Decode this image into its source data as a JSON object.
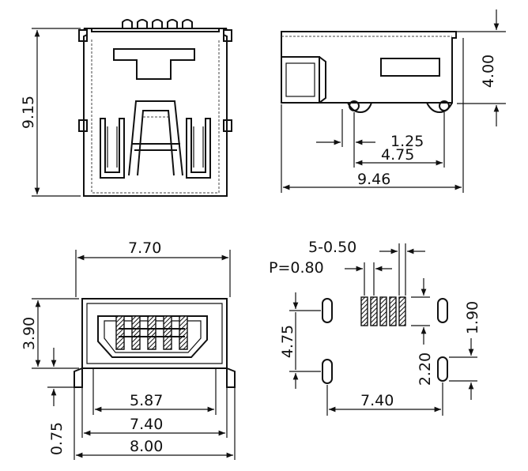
{
  "drawing": {
    "views": {
      "front": {
        "height_dim": "9.15"
      },
      "side": {
        "height_dim": "4.00",
        "pin_offset_dim": "1.25",
        "pin_spacing_dim": "4.75",
        "length_dim": "9.46"
      },
      "receptacle": {
        "top_width_dim": "7.70",
        "height_dim": "3.90",
        "standoff_dim": "0.75",
        "inner_width_dim": "5.87",
        "mid_width_dim": "7.40",
        "overall_width_dim": "8.00"
      },
      "footprint": {
        "pad_width_dim": "5-0.50",
        "pitch_dim": "P=0.80",
        "vertical_span_dim": "4.75",
        "pad_height_dim": "1.90",
        "slot_height_dim": "2.20",
        "horizontal_span_dim": "7.40"
      }
    }
  }
}
